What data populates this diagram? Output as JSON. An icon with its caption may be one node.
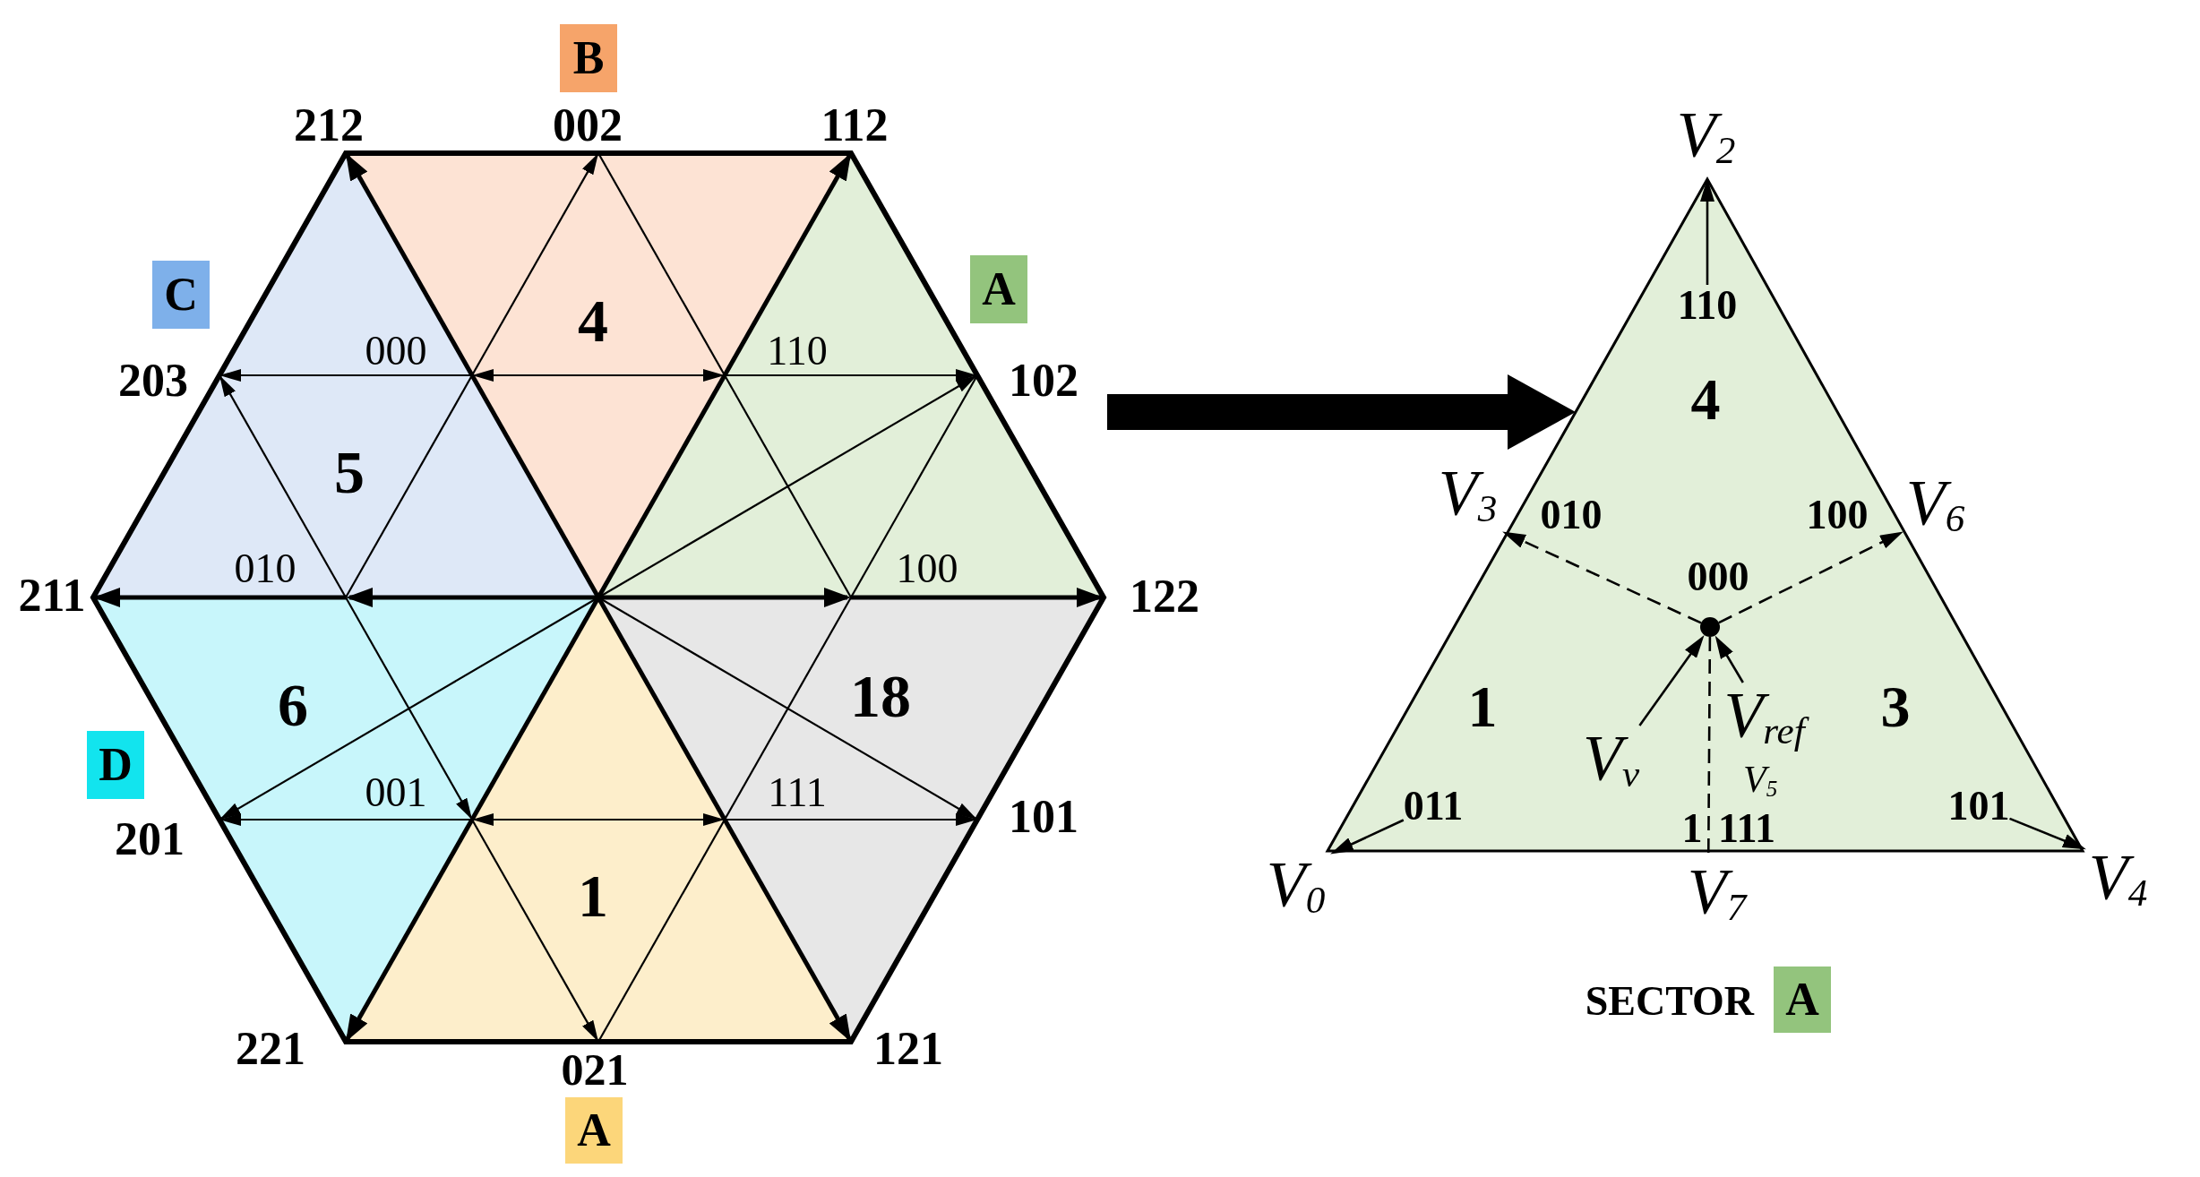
{
  "diagram": {
    "nodes": [
      {
        "text": [
          "B"
        ]
      },
      {
        "text": [
          "C"
        ]
      },
      {
        "text": [
          "A"
        ]
      },
      {
        "text": [
          "4",
          "5",
          "6",
          "18",
          "1"
        ]
      },
      {
        "text": [
          "D"
        ]
      },
      {
        "text": [
          "A"
        ]
      },
      {
        "text": [
          "V$_{2}$"
        ]
      },
      {
        "text": [
          "4",
          "1",
          "3"
        ]
      },
      {
        "text": [
          "110"
        ],
        "in": 7
      },
      {
        "text": [
          "V$_{3}$"
        ]
      },
      {
        "text": [
          "V$_{6}$"
        ]
      },
      {
        "text": [],
        "shape": "circle",
        "in": 7
      },
      {
        "text": [
          "V$_{ν}$"
        ],
        "in": 7
      },
      {
        "text": [
          "V$_{ref}$"
        ],
        "in": 7
      },
      {
        "text": [
          "011"
        ],
        "in": 7
      },
      {
        "text": [
          "101"
        ],
        "in": 7
      },
      {
        "text": [
          "V$_{0}$"
        ]
      },
      {
        "text": [
          "V$_{7}$"
        ]
      },
      {
        "text": [
          "V$_{4}$"
        ]
      },
      {
        "text": [
          "A"
        ],
        "beside": [
          "SECTOR"
        ]
      }
    ],
    "edges": [
      {
        "from": 3,
        "to": 7,
        "arrow": "to",
        "style": "thick"
      },
      {
        "from": 8,
        "to": 6,
        "arrow": "to"
      },
      {
        "from": 11,
        "to": 9,
        "arrow": "to",
        "style": "dashed"
      },
      {
        "from": 11,
        "to": 10,
        "arrow": "to",
        "style": "dashed"
      },
      {
        "from": 11,
        "to": 17,
        "arrow": "none",
        "style": "dashed"
      },
      {
        "from": 12,
        "to": 11,
        "arrow": "to"
      },
      {
        "from": 13,
        "to": 11,
        "arrow": "to"
      },
      {
        "from": 14,
        "to": 16,
        "arrow": "to"
      },
      {
        "from": 15,
        "to": 18,
        "arrow": "to"
      }
    ],
    "labels": [
      "212",
      "002",
      "112",
      "000",
      "110",
      "203",
      "102",
      "010",
      "100",
      "211",
      "122",
      "001",
      "111",
      "201",
      "101",
      "221",
      "021",
      "121",
      "010",
      "100",
      "000",
      "V$_{5}$",
      "1",
      "111"
    ]
  }
}
